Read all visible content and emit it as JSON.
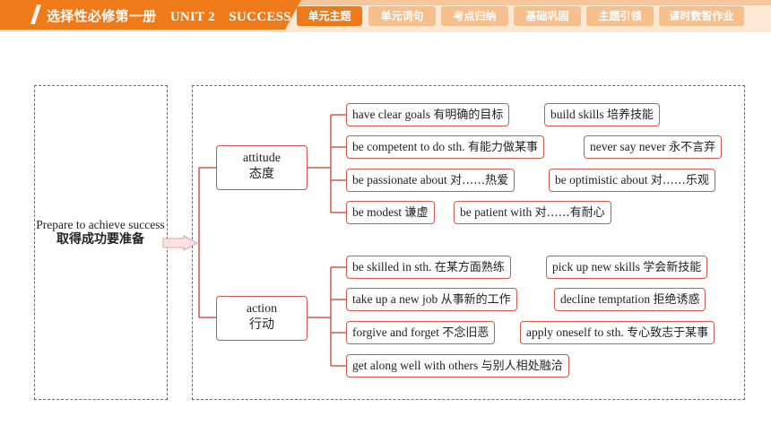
{
  "header": {
    "title": "选择性必修第一册　UNIT 2　SUCCESS",
    "tabs": [
      {
        "label": "单元主题",
        "active": true
      },
      {
        "label": "单元词句",
        "active": false
      },
      {
        "label": "考点归纳",
        "active": false
      },
      {
        "label": "基础巩固",
        "active": false
      },
      {
        "label": "主题引领",
        "active": false
      },
      {
        "label": "课时数智作业",
        "active": false
      }
    ]
  },
  "mindmap": {
    "root": {
      "en": "Prepare to achieve success",
      "zh": "取得成功要准备"
    },
    "attitude": {
      "en": "attitude",
      "zh": "态度",
      "rows": [
        [
          {
            "en": "have clear goals",
            "zh": "有明确的目标"
          },
          {
            "en": "build skills",
            "zh": "培养技能"
          }
        ],
        [
          {
            "en": "be competent to do sth.",
            "zh": "有能力做某事"
          },
          {
            "en": "never say never",
            "zh": "永不言弃"
          }
        ],
        [
          {
            "en": "be passionate about",
            "zh": "对……热爱"
          },
          {
            "en": "be optimistic about",
            "zh": "对……乐观"
          }
        ],
        [
          {
            "en": "be modest",
            "zh": "谦虚"
          },
          {
            "en": "be patient with",
            "zh": "对……有耐心"
          }
        ]
      ]
    },
    "action": {
      "en": "action",
      "zh": "行动",
      "rows": [
        [
          {
            "en": "be skilled in sth.",
            "zh": "在某方面熟练"
          },
          {
            "en": "pick up new skills",
            "zh": "学会新技能"
          }
        ],
        [
          {
            "en": "take up a new job",
            "zh": "从事新的工作"
          },
          {
            "en": "decline temptation",
            "zh": "拒绝诱惑"
          }
        ],
        [
          {
            "en": "forgive and forget",
            "zh": "不念旧恶"
          },
          {
            "en": "apply oneself to sth.",
            "zh": "专心致志于某事"
          }
        ],
        [
          {
            "en": "get along well with others",
            "zh": "与别人相处融洽"
          }
        ]
      ]
    }
  },
  "colors": {
    "accent": "#ef7a1a",
    "tab_inactive": "#f7bf8c",
    "node_border": "#d05a4e",
    "header_bg": "#fbe9d6"
  }
}
